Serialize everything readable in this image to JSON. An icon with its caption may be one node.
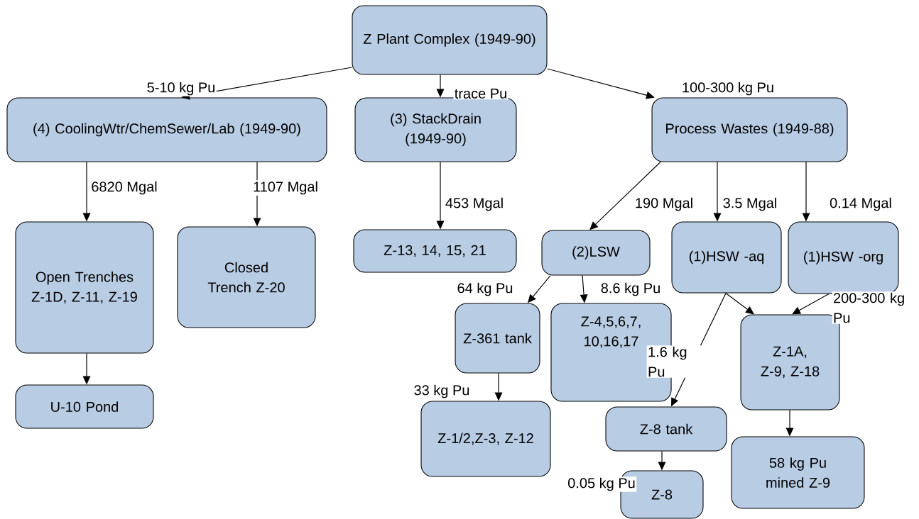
{
  "diagram": {
    "nodes": [
      {
        "text": [
          "Z Plant Complex (1949-90)"
        ]
      },
      {
        "text": [
          "(4) CoolingWtr/ChemSewer/Lab (1949-90)"
        ]
      },
      {
        "text": [
          "(3) StackDrain (1949-90)"
        ]
      },
      {
        "text": [
          "Process Wastes (1949-88)"
        ]
      },
      {
        "text": [
          "Open Trenches Z-1D, Z-11, Z-19"
        ]
      },
      {
        "text": [
          "Closed Trench Z-20"
        ]
      },
      {
        "text": [
          "Z-13, 14, 15, 21"
        ]
      },
      {
        "text": [
          "(2)LSW"
        ]
      },
      {
        "text": [
          "(1)HSW -aq"
        ]
      },
      {
        "text": [
          "(1)HSW -org"
        ]
      },
      {
        "text": [
          "Z-361 tank"
        ]
      },
      {
        "text": [
          "Z-4,5,6,7, 10,16,17"
        ]
      },
      {
        "text": [
          "Z-1A, Z-9, Z-18"
        ]
      },
      {
        "text": [
          "U-10 Pond"
        ]
      },
      {
        "text": [
          "Z-1/2,Z-3, Z-12"
        ]
      },
      {
        "text": [
          "Z-8 tank"
        ]
      },
      {
        "text": [
          "Z-8"
        ]
      },
      {
        "text": [
          "58 kg Pu mined Z-9"
        ]
      }
    ],
    "edges": [
      {
        "from": 0,
        "to": 1,
        "arrow": "to",
        "label": "5-10 kg Pu"
      },
      {
        "from": 0,
        "to": 2,
        "arrow": "to",
        "label": "trace Pu"
      },
      {
        "from": 0,
        "to": 3,
        "arrow": "to",
        "label": "100-300 kg Pu"
      },
      {
        "from": 1,
        "to": 4,
        "arrow": "to",
        "label": "6820 Mgal"
      },
      {
        "from": 1,
        "to": 5,
        "arrow": "to",
        "label": "1107 Mgal"
      },
      {
        "from": 2,
        "to": 6,
        "arrow": "to",
        "label": "453 Mgal"
      },
      {
        "from": 3,
        "to": 7,
        "arrow": "to",
        "label": "190 Mgal"
      },
      {
        "from": 3,
        "to": 8,
        "arrow": "to",
        "label": "3.5 Mgal"
      },
      {
        "from": 3,
        "to": 9,
        "arrow": "to",
        "label": "0.14 Mgal"
      },
      {
        "from": 7,
        "to": 10,
        "arrow": "to",
        "label": "64 kg Pu"
      },
      {
        "from": 7,
        "to": 11,
        "arrow": "to",
        "label": "8.6 kg Pu"
      },
      {
        "from": 8,
        "to": 12,
        "arrow": "to"
      },
      {
        "from": 9,
        "to": 12,
        "arrow": "to",
        "label": "200-300 kg Pu"
      },
      {
        "from": 8,
        "to": 15,
        "arrow": "to",
        "label": "1.6 kg Pu"
      },
      {
        "from": 10,
        "to": 14,
        "arrow": "to",
        "label": "33 kg Pu"
      },
      {
        "from": 15,
        "to": 16,
        "arrow": "to",
        "label": "0.05 kg Pu"
      },
      {
        "from": 12,
        "to": 17,
        "arrow": "to"
      },
      {
        "from": 4,
        "to": 13,
        "arrow": "to"
      }
    ]
  }
}
